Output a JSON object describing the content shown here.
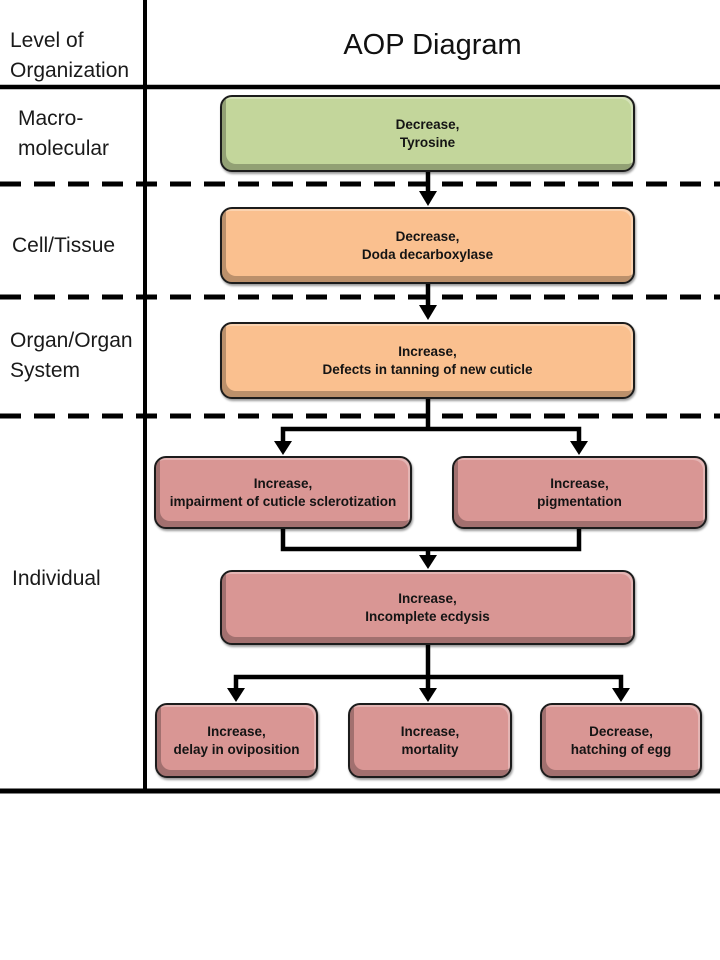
{
  "title": "AOP Diagram",
  "level_column": {
    "header": {
      "line1": "Level of",
      "line2": "Organization"
    },
    "levels": [
      {
        "name": "Macro-molecular",
        "line1": "Macro-",
        "line2": "molecular"
      },
      {
        "name": "Cell/Tissue",
        "line1": "Cell/Tissue"
      },
      {
        "name": "Organ/Organ System",
        "line1": "Organ/Organ",
        "line2": "System"
      },
      {
        "name": "Individual",
        "line1": "Individual"
      }
    ]
  },
  "nodes": [
    {
      "id": "decrease-tyrosine",
      "level": "Macro-molecular",
      "line1": "Decrease,",
      "line2": "Tyrosine",
      "color_name": "green",
      "fill": "#c3d69b"
    },
    {
      "id": "decrease-doda-decarboxylase",
      "level": "Cell/Tissue",
      "line1": "Decrease,",
      "line2": "Doda decarboxylase",
      "color_name": "orange",
      "fill": "#fac08f"
    },
    {
      "id": "increase-tanning-defects",
      "level": "Organ/Organ System",
      "line1": "Increase,",
      "line2": "Defects in tanning of new cuticle",
      "color_name": "orange",
      "fill": "#fac08f"
    },
    {
      "id": "increase-sclerotization-impairment",
      "level": "Individual",
      "line1": "Increase,",
      "line2": "impairment of cuticle sclerotization",
      "color_name": "rose",
      "fill": "#d99694"
    },
    {
      "id": "increase-pigmentation",
      "level": "Individual",
      "line1": "Increase,",
      "line2": "pigmentation",
      "color_name": "rose",
      "fill": "#d99694"
    },
    {
      "id": "increase-incomplete-ecdysis",
      "level": "Individual",
      "line1": "Increase,",
      "line2": "Incomplete ecdysis",
      "color_name": "rose",
      "fill": "#d99694"
    },
    {
      "id": "increase-oviposition-delay",
      "level": "Individual",
      "line1": "Increase,",
      "line2": "delay in oviposition",
      "color_name": "rose",
      "fill": "#d99694"
    },
    {
      "id": "increase-mortality",
      "level": "Individual",
      "line1": "Increase,",
      "line2": "mortality",
      "color_name": "rose",
      "fill": "#d99694"
    },
    {
      "id": "decrease-egg-hatching",
      "level": "Individual",
      "line1": "Decrease,",
      "line2": "hatching of egg",
      "color_name": "rose",
      "fill": "#d99694"
    }
  ],
  "edges": [
    {
      "from": "decrease-tyrosine",
      "to": "decrease-doda-decarboxylase"
    },
    {
      "from": "decrease-doda-decarboxylase",
      "to": "increase-tanning-defects"
    },
    {
      "from": "increase-tanning-defects",
      "to": "increase-sclerotization-impairment"
    },
    {
      "from": "increase-tanning-defects",
      "to": "increase-pigmentation"
    },
    {
      "from": "increase-sclerotization-impairment",
      "to": "increase-incomplete-ecdysis"
    },
    {
      "from": "increase-pigmentation",
      "to": "increase-incomplete-ecdysis"
    },
    {
      "from": "increase-incomplete-ecdysis",
      "to": "increase-oviposition-delay"
    },
    {
      "from": "increase-incomplete-ecdysis",
      "to": "increase-mortality"
    },
    {
      "from": "increase-incomplete-ecdysis",
      "to": "decrease-egg-hatching"
    }
  ],
  "colors": {
    "green_fill": "#c3d69b",
    "orange_fill": "#fac08f",
    "rose_fill": "#d99694",
    "line_color": "#000000",
    "text_color": "#141414",
    "background": "#ffffff"
  }
}
